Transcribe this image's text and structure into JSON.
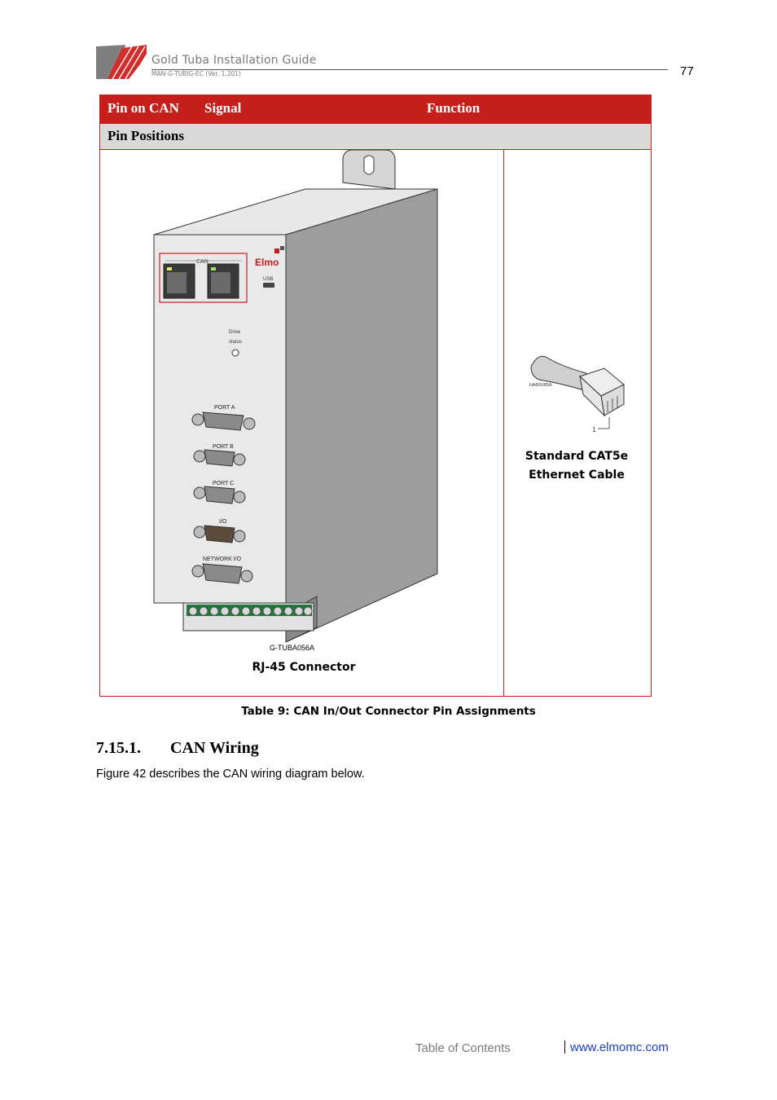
{
  "header": {
    "title": "Gold Tuba Installation Guide",
    "doc_code": "MAN-G-TUBIG-EC (Ver. 1.201)",
    "page_number": "77"
  },
  "table": {
    "columns": [
      "Pin on CAN",
      "Signal",
      "Function"
    ],
    "section_row": "Pin Positions",
    "drive_figure": {
      "brand": "Elmo",
      "labels": {
        "can": "CAN",
        "usb": "USB",
        "drive_status_1": "Drive",
        "drive_status_2": "status",
        "port_a": "PORT A",
        "port_b": "PORT B",
        "port_c": "PORT C",
        "io": "I/O",
        "network_io": "NETWORK I/O"
      },
      "code": "G-TUBA056A",
      "caption": "RJ-45 Connector"
    },
    "cable_figure": {
      "code": "HAR0085A",
      "pin_label": "1",
      "caption_line1": "Standard CAT5e",
      "caption_line2": "Ethernet Cable"
    }
  },
  "caption": "Table 9: CAN In/Out Connector Pin Assignments",
  "section": {
    "number": "7.15.1.",
    "title": "CAN Wiring",
    "text": "Figure 42 describes the CAN wiring diagram below."
  },
  "footer": {
    "toc": "Table of Contents",
    "separator": "|",
    "website": "www.elmomc.com"
  },
  "colors": {
    "accent_red": "#c41f1a",
    "gray_row": "#d9d9d9",
    "link_blue": "#1a3fbf"
  }
}
